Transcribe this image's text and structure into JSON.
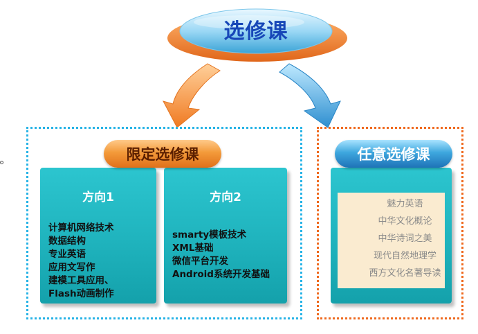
{
  "title": "选修课",
  "limited": {
    "label": "限定选修课",
    "directions": [
      {
        "heading": "方向1",
        "items": [
          "计算机网络技术",
          "数据结构",
          "专业英语",
          "应用文写作",
          "建模工具应用、",
          "Flash动画制作"
        ]
      },
      {
        "heading": "方向2",
        "items": [
          "smarty模板技术",
          "XML基础",
          "微信平台开发",
          "Android系统开发基础"
        ]
      }
    ]
  },
  "optional": {
    "label": "任意选修课",
    "items": [
      "魅力英语",
      "中华文化概论",
      "中华诗词之美",
      "现代自然地理学",
      "西方文化名著导读"
    ]
  },
  "colors": {
    "title_text": "#1747b8",
    "left_border": "#27b3e6",
    "right_border": "#ef6a1f",
    "panel": "#1fb3bd",
    "inner_box": "#faebd0"
  }
}
